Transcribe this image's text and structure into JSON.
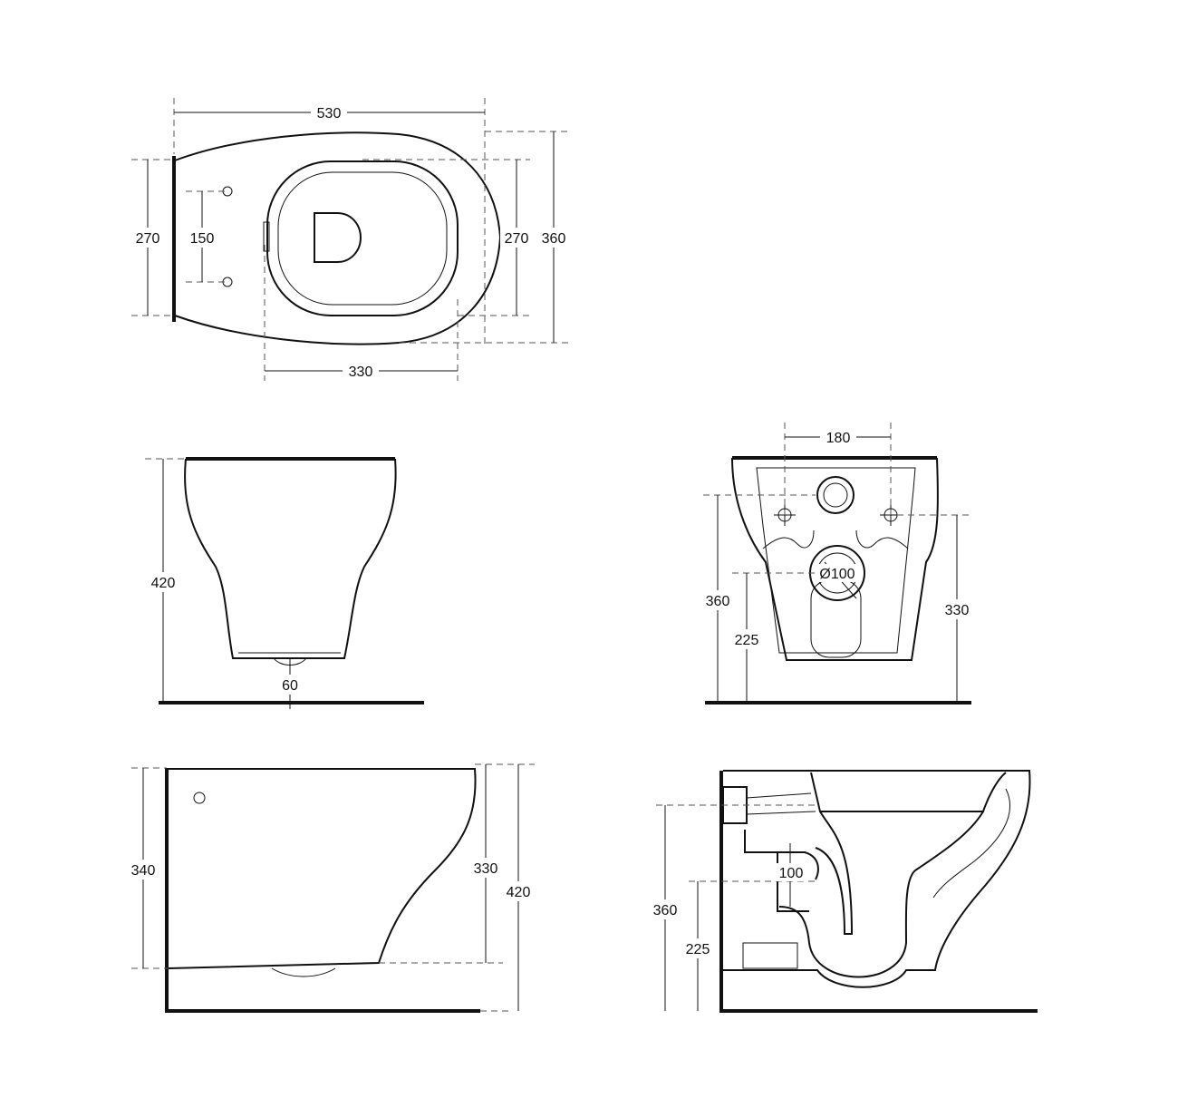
{
  "top_view": {
    "width_overall": "530",
    "height_left": "270",
    "fixing_spacing": "150",
    "height_seat": "270",
    "height_overall": "360",
    "bowl_width": "330"
  },
  "front_view": {
    "height": "420",
    "bottom_width": "60"
  },
  "rear_view": {
    "fixing_spacing": "180",
    "outlet_diameter": "Ø100",
    "height_left": "360",
    "height_outlet": "225",
    "height_right": "330"
  },
  "side_view": {
    "height_wall": "340",
    "height_rim": "330",
    "height_overall": "420"
  },
  "section_view": {
    "outlet_diameter": "100",
    "height_inlet": "360",
    "height_outlet": "225"
  }
}
